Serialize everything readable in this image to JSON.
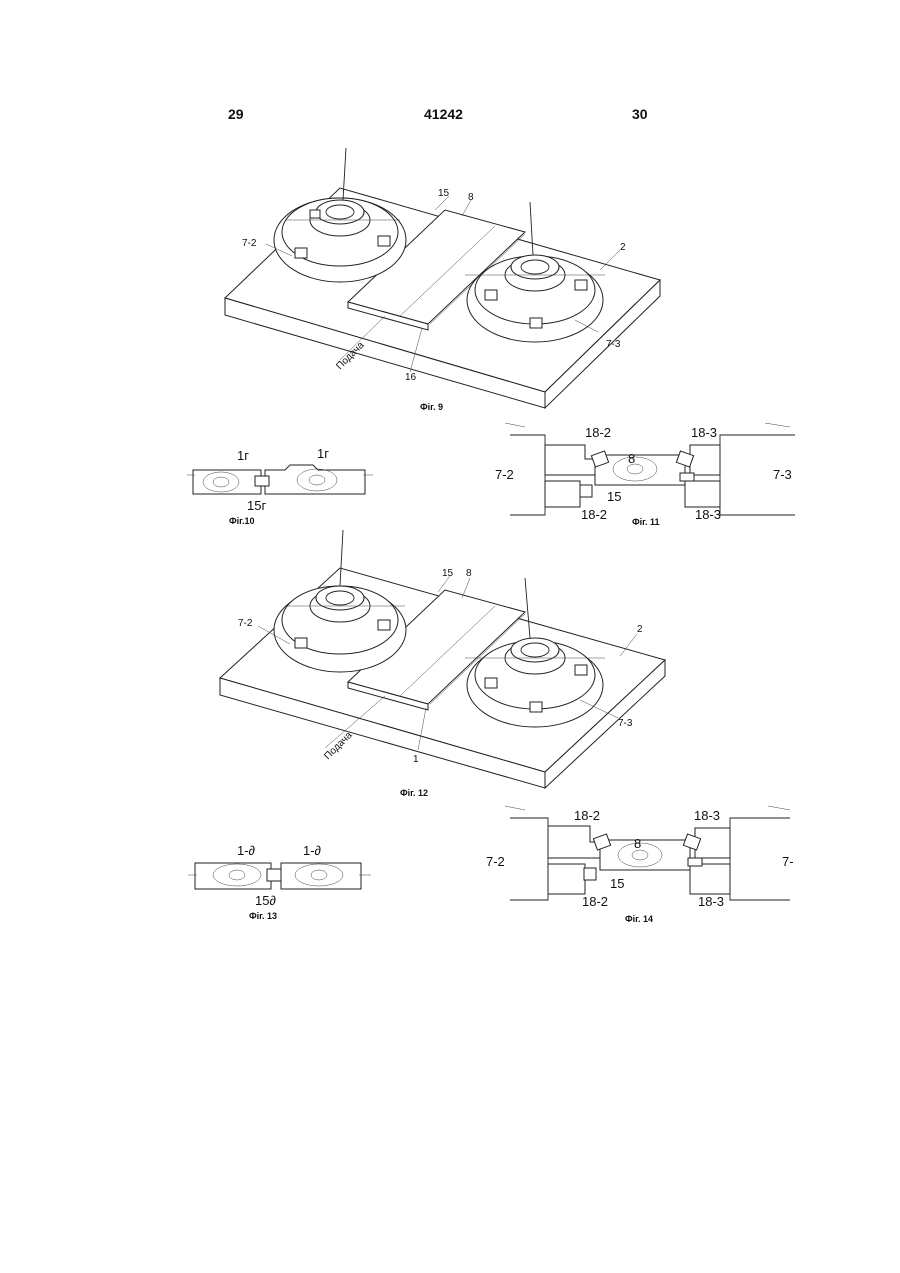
{
  "header": {
    "page_left": "29",
    "patent_number": "41242",
    "page_right": "30"
  },
  "fig9": {
    "caption": "Фіг. 9",
    "labels": {
      "l15": "15",
      "l8": "8",
      "l72": "7-2",
      "l2": "2",
      "l73": "7-3",
      "l16": "16",
      "feed": "Подача"
    }
  },
  "fig10": {
    "caption": "Фіг.10",
    "labels": {
      "a": "1г",
      "b": "1г",
      "c": "15г"
    }
  },
  "fig11": {
    "caption": "Фіг. 11",
    "labels": {
      "t182": "18-2",
      "t183": "18-3",
      "l8": "8",
      "l72": "7-2",
      "l73": "7-3",
      "l15": "15",
      "b182": "18-2",
      "b183": "18-3"
    }
  },
  "fig12": {
    "caption": "Фіг. 12",
    "labels": {
      "l15": "15",
      "l8": "8",
      "l72": "7-2",
      "l2": "2",
      "l73": "7-3",
      "l1": "1",
      "feed": "Подача"
    }
  },
  "fig13": {
    "caption": "Фіг. 13",
    "labels": {
      "a": "1-∂",
      "b": "1-∂",
      "c": "15∂"
    }
  },
  "fig14": {
    "caption": "Фіг. 14",
    "labels": {
      "t182": "18-2",
      "t183": "18-3",
      "l8": "8",
      "l72": "7-2",
      "l73": "7-",
      "l15": "15",
      "b182": "18-2",
      "b183": "18-3"
    }
  }
}
